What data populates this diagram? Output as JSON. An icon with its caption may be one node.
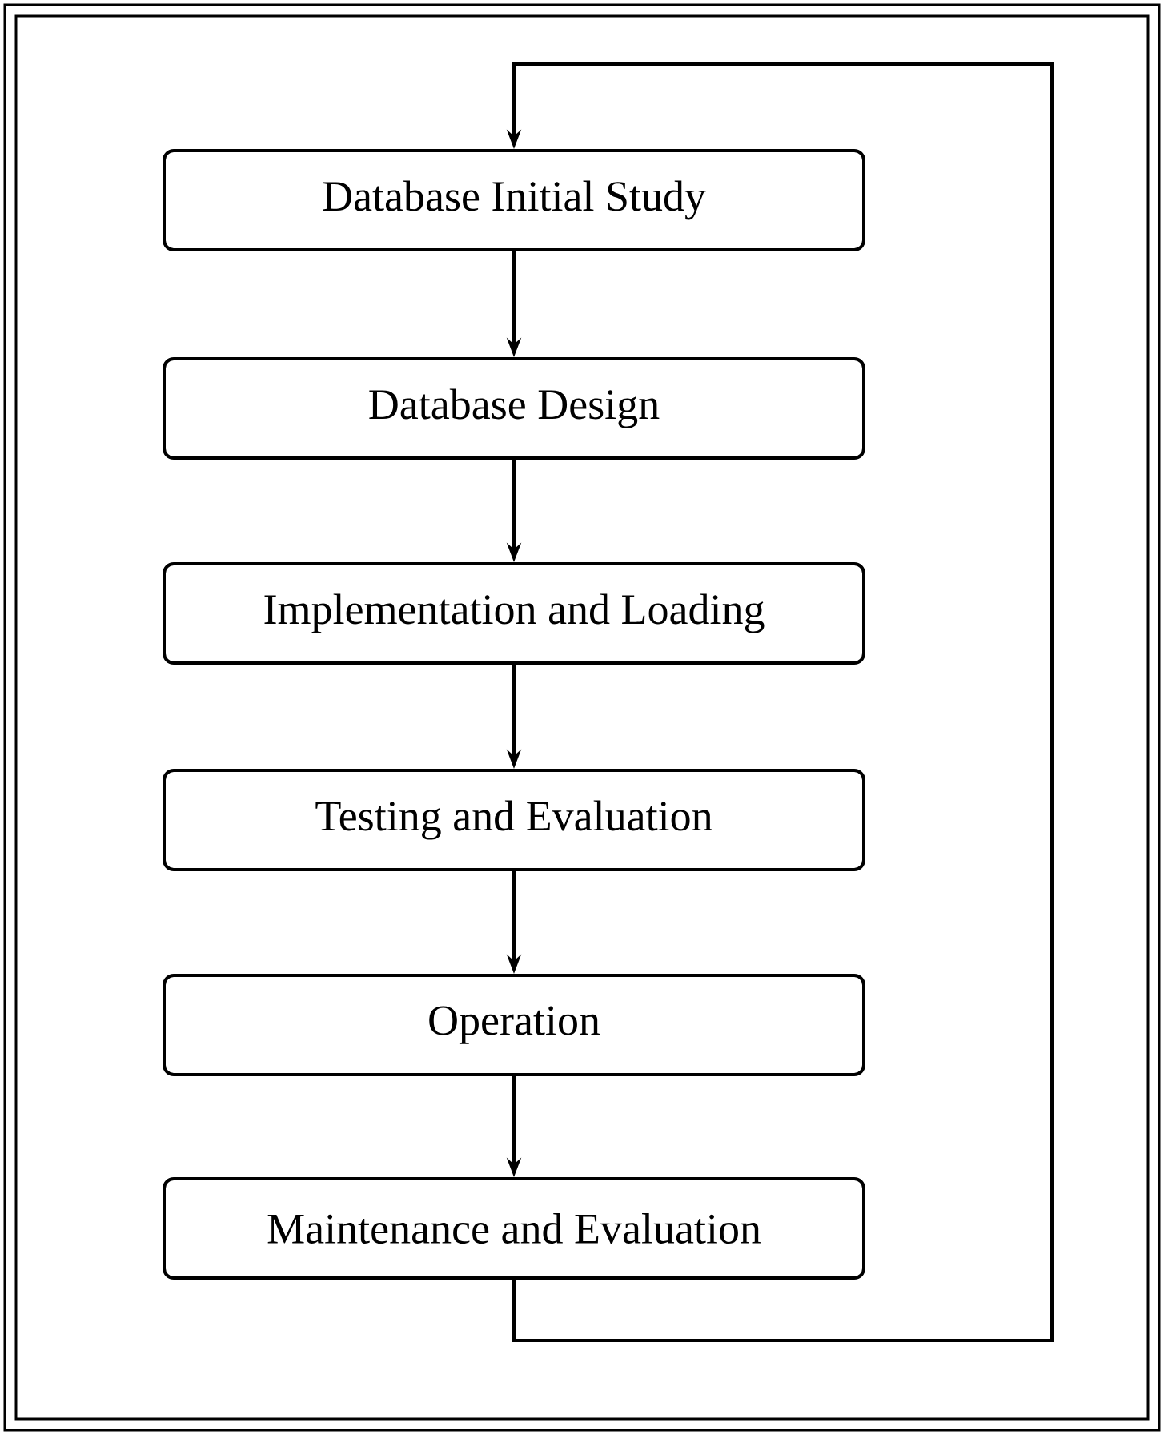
{
  "diagram": {
    "nodes": [
      {
        "text": [
          "Database Initial Study"
        ]
      },
      {
        "text": [
          "Database Design"
        ]
      },
      {
        "text": [
          "Implementation and Loading"
        ]
      },
      {
        "text": [
          "Testing and Evaluation"
        ]
      },
      {
        "text": [
          "Operation"
        ]
      },
      {
        "text": [
          "Maintenance and Evaluation"
        ]
      }
    ],
    "edges": [
      {
        "from": 0,
        "to": 1,
        "arrow": "to"
      },
      {
        "from": 1,
        "to": 2,
        "arrow": "to"
      },
      {
        "from": 2,
        "to": 3,
        "arrow": "to"
      },
      {
        "from": 3,
        "to": 4,
        "arrow": "to"
      },
      {
        "from": 4,
        "to": 5,
        "arrow": "to"
      },
      {
        "from": 5,
        "to": 0,
        "arrow": "to"
      }
    ]
  }
}
